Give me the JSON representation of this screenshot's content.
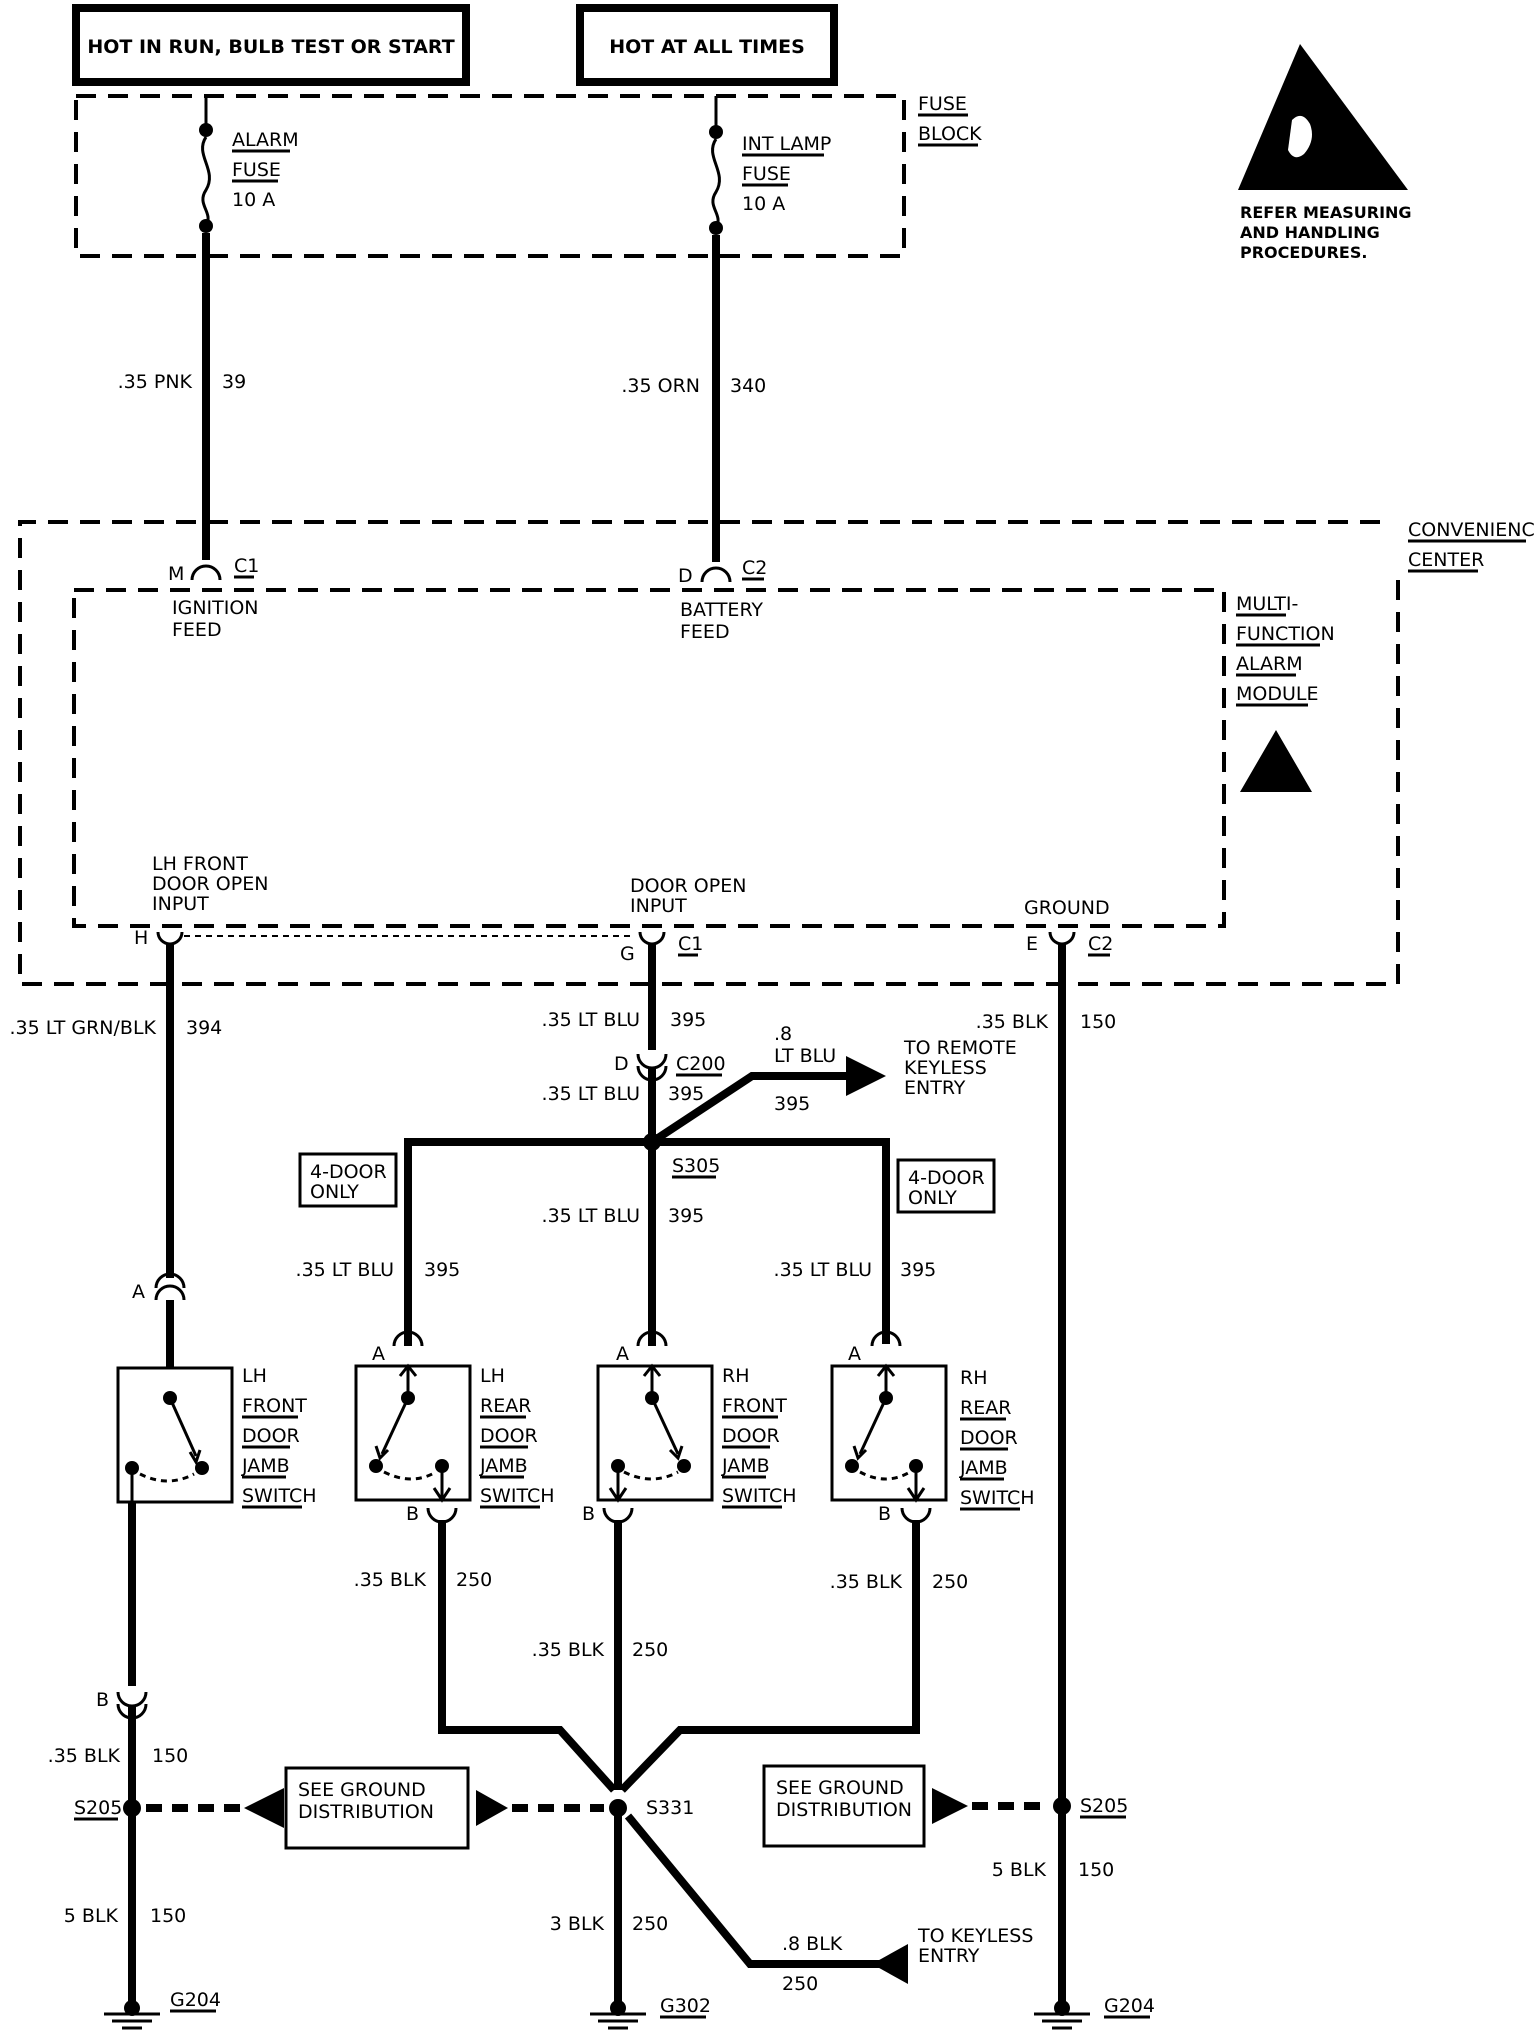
{
  "power": {
    "run_label": "HOT IN RUN, BULB TEST OR START",
    "always_label": "HOT AT ALL TIMES"
  },
  "fuse_block": {
    "title_1": "FUSE",
    "title_2": "BLOCK",
    "alarm_fuse": [
      "ALARM",
      "FUSE",
      "10 A"
    ],
    "int_lamp_fuse": [
      "INT LAMP",
      "FUSE",
      "10 A"
    ]
  },
  "esd": {
    "notice": [
      "REFER MEASURING",
      "AND HANDLING",
      "PROCEDURES."
    ]
  },
  "wires": {
    "pnk_gauge": ".35 PNK",
    "pnk_circuit": "39",
    "orn_gauge": ".35 ORN",
    "orn_circuit": "340",
    "ltgrn_gauge": ".35 LT GRN/BLK",
    "ltgrn_circuit": "394",
    "ltblu_gauge": ".35 LT BLU",
    "ltblu_circuit": "395",
    "ltblu_8_gauge": ".8",
    "ltblu_8_color": "LT BLU",
    "ltblu_8_circuit": "395",
    "blk150_gauge": ".35 BLK",
    "blk150_circuit": "150",
    "blk250_gauge": ".35 BLK",
    "blk250_circuit": "250",
    "blk5_gauge": "5 BLK",
    "blk5_circuit": "150",
    "blk3_gauge": "3 BLK",
    "blk3_circuit": "250",
    "blk8_gauge": ".8 BLK",
    "blk8_circuit": "250"
  },
  "convenience_center": {
    "title_1": "CONVENIENCE",
    "title_2": "CENTER"
  },
  "module": {
    "title": [
      "MULTI-",
      "FUNCTION",
      "ALARM",
      "MODULE"
    ],
    "pin_m": "M",
    "conn_c1": "C1",
    "ignition_feed": [
      "IGNITION",
      "FEED"
    ],
    "pin_d": "D",
    "conn_c2": "C2",
    "battery_feed": [
      "BATTERY",
      "FEED"
    ],
    "lh_front_input": [
      "LH FRONT",
      "DOOR OPEN",
      "INPUT"
    ],
    "door_open_input": [
      "DOOR OPEN",
      "INPUT"
    ],
    "ground": "GROUND",
    "pin_h": "H",
    "pin_g": "G",
    "pin_e": "E"
  },
  "connectors": {
    "c200": "C200",
    "c200_pin": "D",
    "s305": "S305",
    "s331": "S331",
    "s205": "S205",
    "pin_a": "A",
    "pin_b": "B"
  },
  "remote_keyless": [
    "TO REMOTE",
    "KEYLESS",
    "ENTRY"
  ],
  "keyless": [
    "TO KEYLESS",
    "ENTRY"
  ],
  "four_door_only": [
    "4-DOOR",
    "ONLY"
  ],
  "switches": [
    {
      "label": [
        "LH",
        "FRONT",
        "DOOR",
        "JAMB",
        "SWITCH"
      ]
    },
    {
      "label": [
        "LH",
        "REAR",
        "DOOR",
        "JAMB",
        "SWITCH"
      ]
    },
    {
      "label": [
        "RH",
        "FRONT",
        "DOOR",
        "JAMB",
        "SWITCH"
      ]
    },
    {
      "label": [
        "RH",
        "REAR",
        "DOOR",
        "JAMB",
        "SWITCH"
      ]
    }
  ],
  "ground_distribution": [
    "SEE GROUND",
    "DISTRIBUTION"
  ],
  "grounds": {
    "g204": "G204",
    "g302": "G302"
  }
}
